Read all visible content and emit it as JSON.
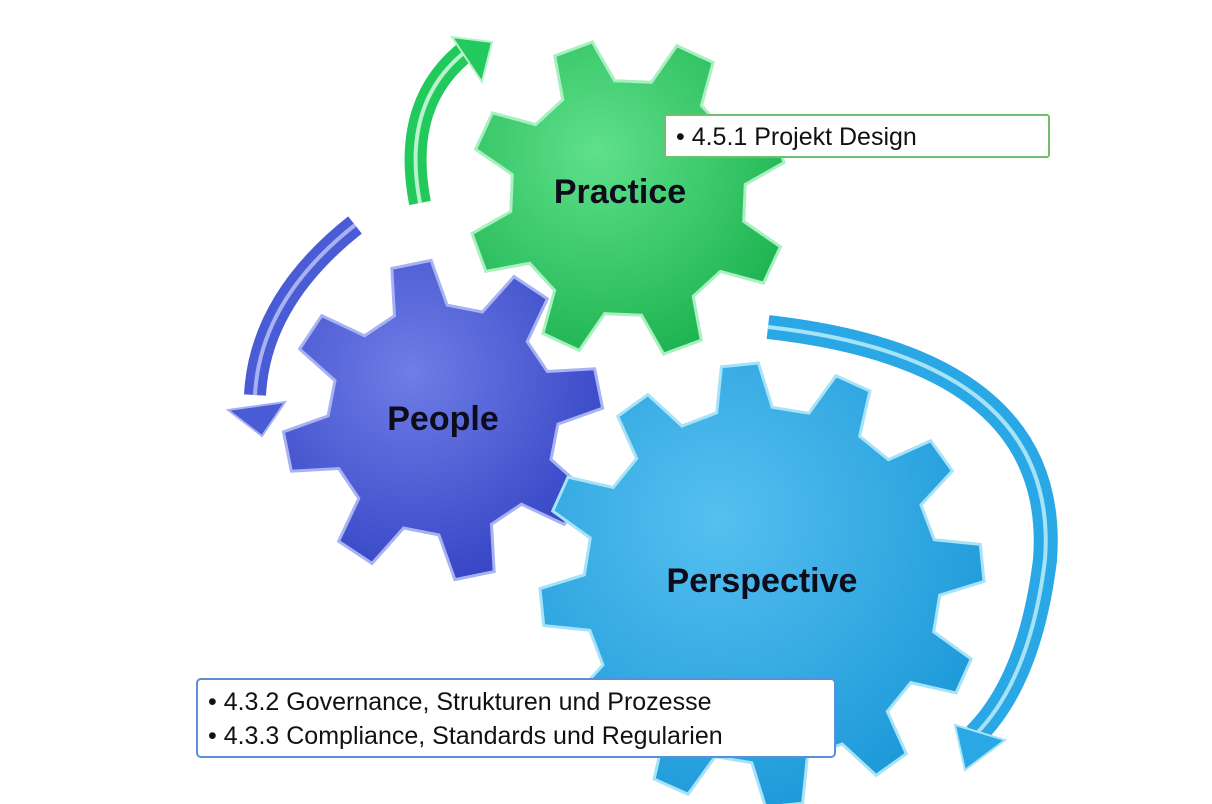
{
  "gears": [
    {
      "id": "practice",
      "label": "Practice",
      "color": "#22c95c",
      "highlight": "#9ff0b8"
    },
    {
      "id": "people",
      "label": "People",
      "color": "#4a5bd6",
      "highlight": "#a7b2f2"
    },
    {
      "id": "perspective",
      "label": "Perspective",
      "color": "#2aa8e6",
      "highlight": "#a6e3f8"
    }
  ],
  "callouts": {
    "practice": {
      "items": [
        "4.5.1 Projekt Design"
      ],
      "border_color": "#6fbf6f"
    },
    "perspective": {
      "items": [
        "4.3.2 Governance, Strukturen und Prozesse",
        "4.3.3 Compliance, Standards und Regularien"
      ],
      "border_color": "#5a8fd8"
    }
  },
  "arrows": [
    {
      "id": "practice-arrow",
      "color": "#22c95c"
    },
    {
      "id": "people-arrow",
      "color": "#4a5bd6"
    },
    {
      "id": "perspective-arrow",
      "color": "#2aa8e6"
    }
  ]
}
